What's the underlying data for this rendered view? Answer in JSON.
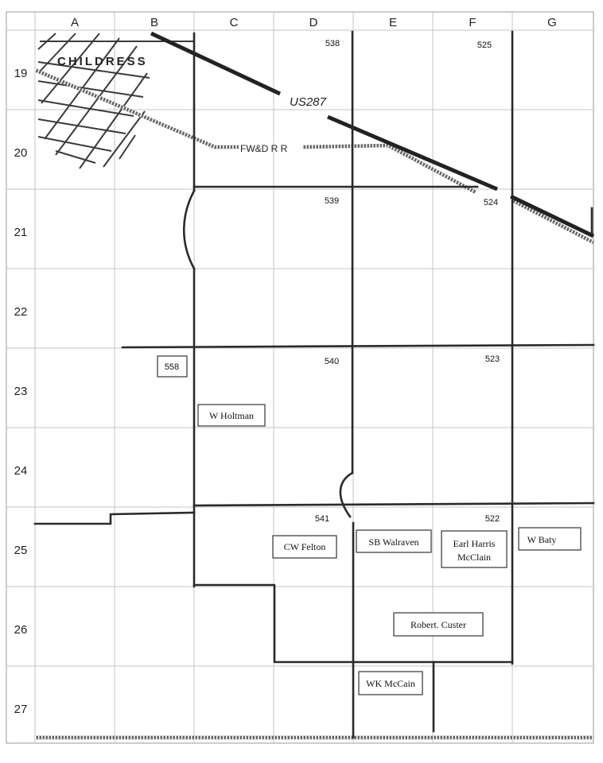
{
  "columns": [
    "A",
    "B",
    "C",
    "D",
    "E",
    "F",
    "G"
  ],
  "rows": [
    "19",
    "20",
    "21",
    "22",
    "23",
    "24",
    "25",
    "26",
    "27"
  ],
  "town": {
    "name": "CHILDRESS"
  },
  "highway": {
    "label": "US287"
  },
  "railroad": {
    "label": "FW&D R R"
  },
  "sections": [
    "538",
    "525",
    "539",
    "524",
    "540",
    "523",
    "541",
    "522",
    "558"
  ],
  "owners": [
    "W Holtman",
    "CW Felton",
    "SB Walraven",
    "Earl Harris",
    "McClain",
    "W Baty",
    "Robert. Custer",
    "WK McCain"
  ]
}
